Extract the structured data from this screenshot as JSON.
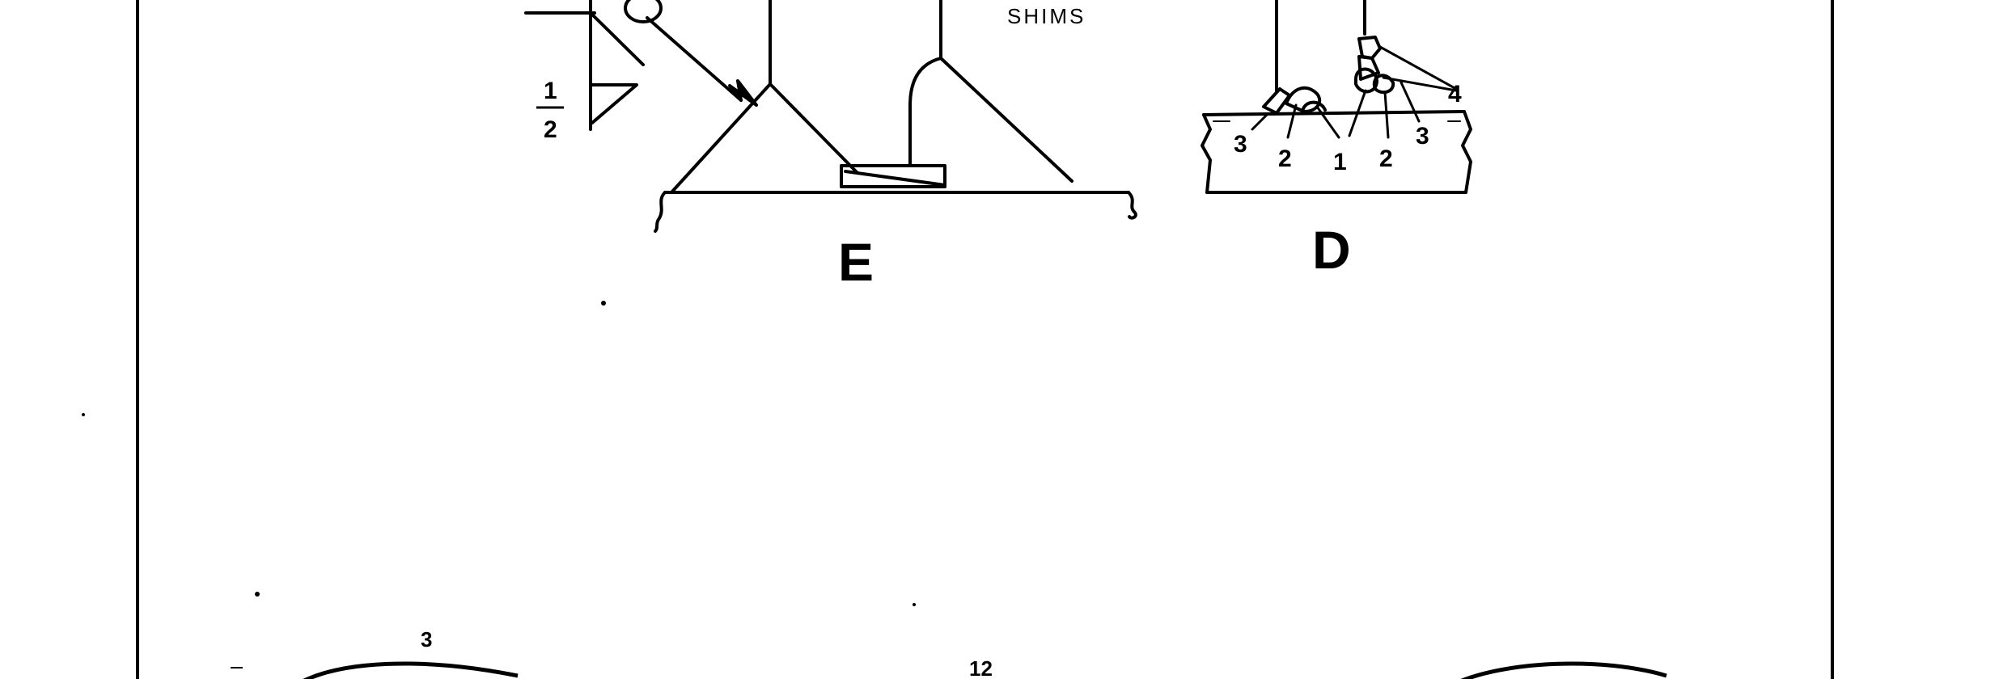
{
  "figures": {
    "weld_e": {
      "caption": "E",
      "shims_label": "SHIMS",
      "fraction": {
        "numerator": "1",
        "denominator": "2"
      }
    },
    "weld_d": {
      "caption": "D",
      "pass_labels": [
        "3",
        "2",
        "1",
        "2",
        "3",
        "4"
      ]
    },
    "lower_panel": {
      "labels": [
        "3",
        "12"
      ]
    }
  }
}
